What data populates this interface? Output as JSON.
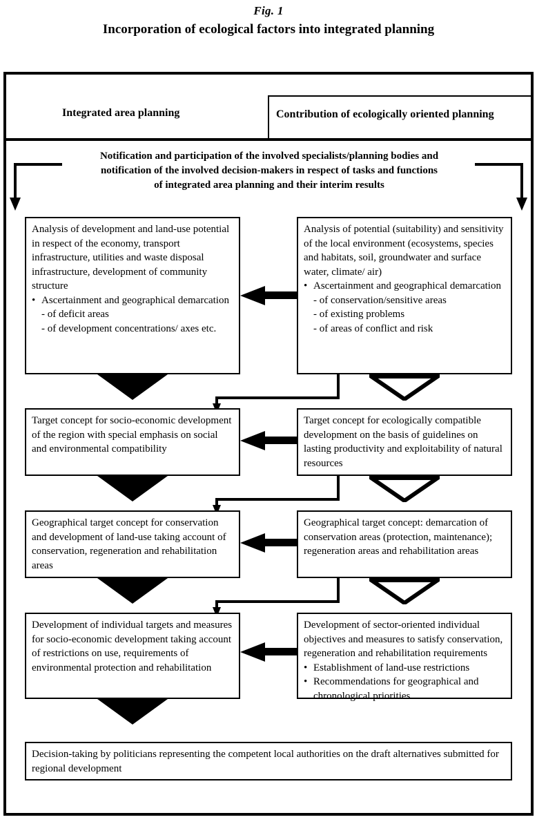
{
  "figure": {
    "label": "Fig. 1",
    "title": "Incorporation of ecological factors into integrated planning"
  },
  "header": {
    "left": "Integrated area planning",
    "right": "Contribution of ecologically oriented planning"
  },
  "notification": {
    "line1": "Notification and participation of the involved specialists/planning bodies and",
    "line2": "notification of the involved decision-makers in respect of tasks and functions",
    "line3": "of integrated area planning and their interim results"
  },
  "rows": [
    {
      "left": {
        "body": "Analysis of development and land-use potential in respect of the economy, transport infrastructure, utilities and waste disposal infrastructure, development of community structure",
        "bullets": [
          "Ascertainment and geographical demarcation"
        ],
        "dashes": [
          "- of deficit areas",
          "- of development concentrations/ axes etc."
        ]
      },
      "right": {
        "body": "Analysis of potential (suitability) and sensitivity of the local environment (ecosystems, species and habitats, soil, groundwater and surface water, climate/ air)",
        "bullets": [
          "Ascertainment and geographical demarcation"
        ],
        "dashes": [
          "- of conservation/sensitive areas",
          "- of existing problems",
          "- of areas of conflict and risk"
        ]
      }
    },
    {
      "left": {
        "body": "Target concept for socio-economic development of the region with special emphasis on social and environmental compatibility",
        "bullets": [],
        "dashes": []
      },
      "right": {
        "body": "Target concept for ecologically compatible development on the basis of guidelines on lasting productivity and exploitability of natural resources",
        "bullets": [],
        "dashes": []
      }
    },
    {
      "left": {
        "body": "Geographical target concept for conservation and development of land-use taking account of conservation, regeneration and rehabilitation areas",
        "bullets": [],
        "dashes": []
      },
      "right": {
        "body": "Geographical target concept: demarcation of conservation areas (protection, maintenance); regeneration areas and rehabilitation areas",
        "bullets": [],
        "dashes": []
      }
    },
    {
      "left": {
        "body": "Development of individual targets and measures for socio-economic development taking account of restrictions on use, requirements of environmental protection and rehabilitation",
        "bullets": [],
        "dashes": []
      },
      "right": {
        "body": "Development of sector-oriented individual objectives and measures to satisfy conservation, regeneration and rehabilitation requirements",
        "bullets": [
          "Establishment of land-use restrictions",
          "Recommendations for geographical and chronological priorities"
        ],
        "dashes": []
      }
    }
  ],
  "decision": {
    "text": "Decision-taking by politicians representing the competent local authorities on the draft alternatives submitted for regional development"
  },
  "colors": {
    "ink": "#000000",
    "paper": "#ffffff"
  }
}
